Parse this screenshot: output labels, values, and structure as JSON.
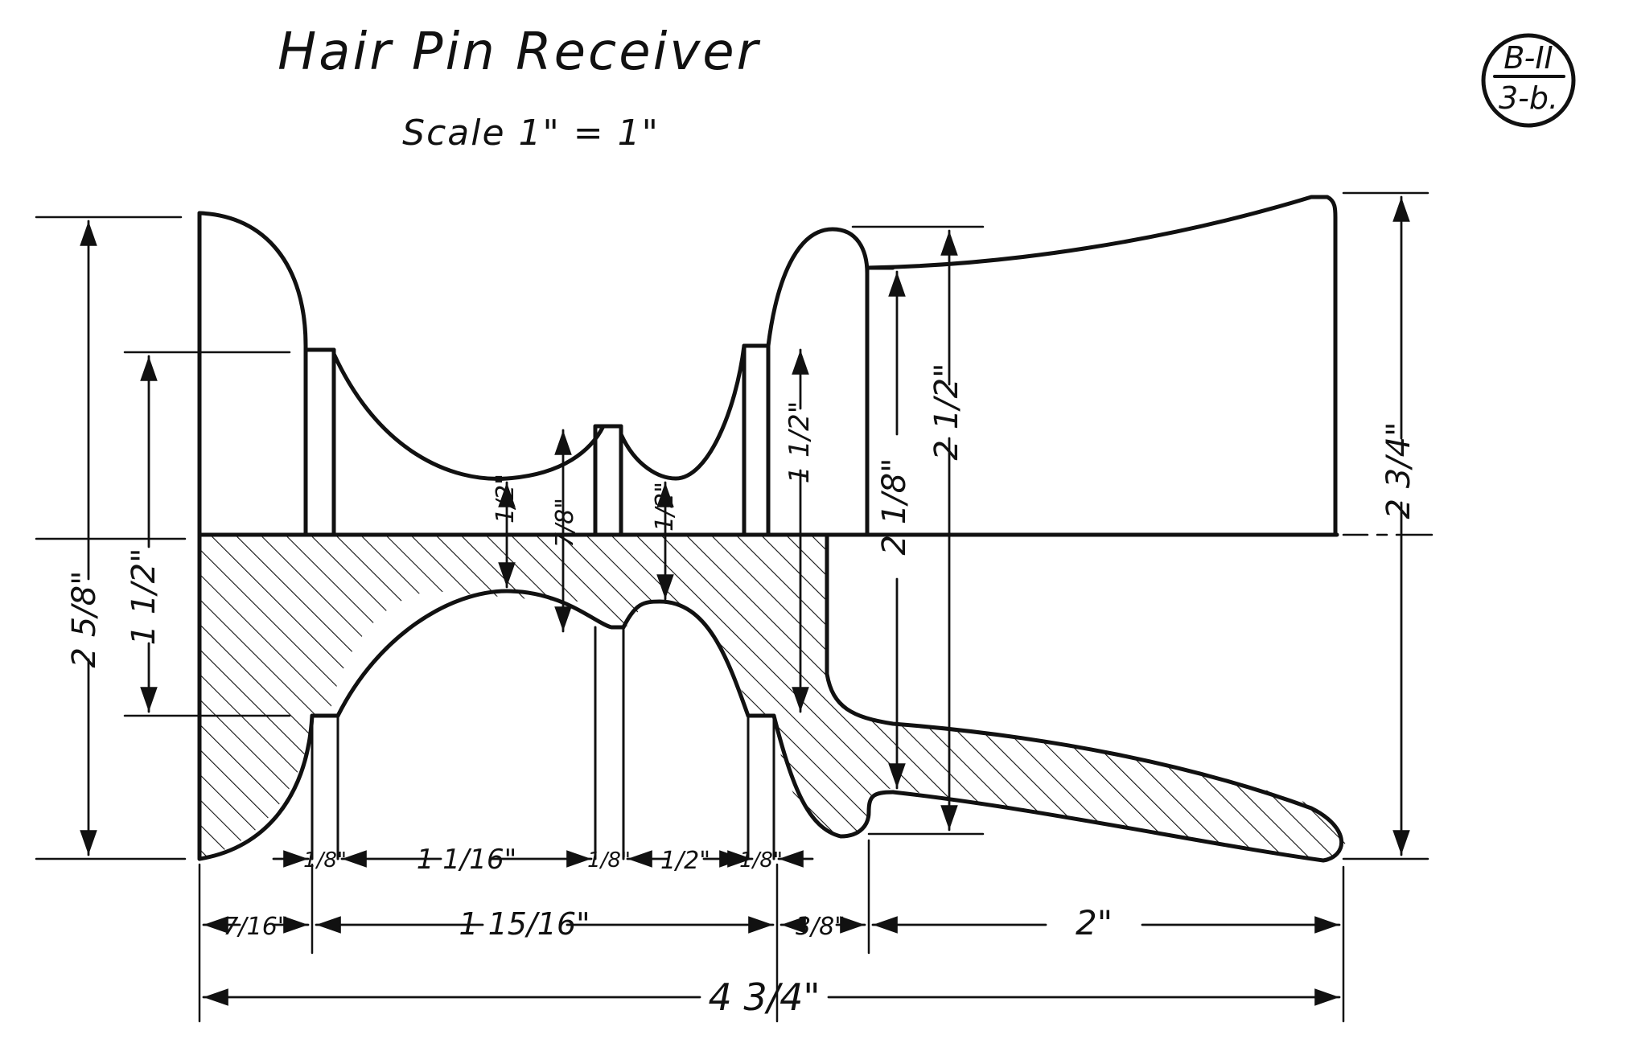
{
  "title": "Hair Pin Receiver",
  "scale": "Scale 1\" = 1\"",
  "sheet": {
    "top": "B-II",
    "bottom": "3-b."
  },
  "dimensions": {
    "overall_height_left": "2 5/8\"",
    "inner_height_left": "1 1/2\"",
    "groove_depth_1": "1/2\"",
    "neck_depth": "7/8\"",
    "groove_depth_2": "1/2\"",
    "bead_height": "1 1/2\"",
    "bell_inner": "2 1/8\"",
    "bell_outer": "2 1/2\"",
    "right_height": "2 3/4\"",
    "fillet_1": "1/8\"",
    "span_1": "1 1/16\"",
    "fillet_2": "1/8\"",
    "span_2": "1/2\"",
    "fillet_3": "1/8\"",
    "flange_width": "7/16\"",
    "body_width": "1 15/16\"",
    "bead_width": "3/8\"",
    "bell_width": "2\"",
    "overall_width": "4 3/4\""
  },
  "colors": {
    "ink": "#111111",
    "paper": "#ffffff"
  }
}
